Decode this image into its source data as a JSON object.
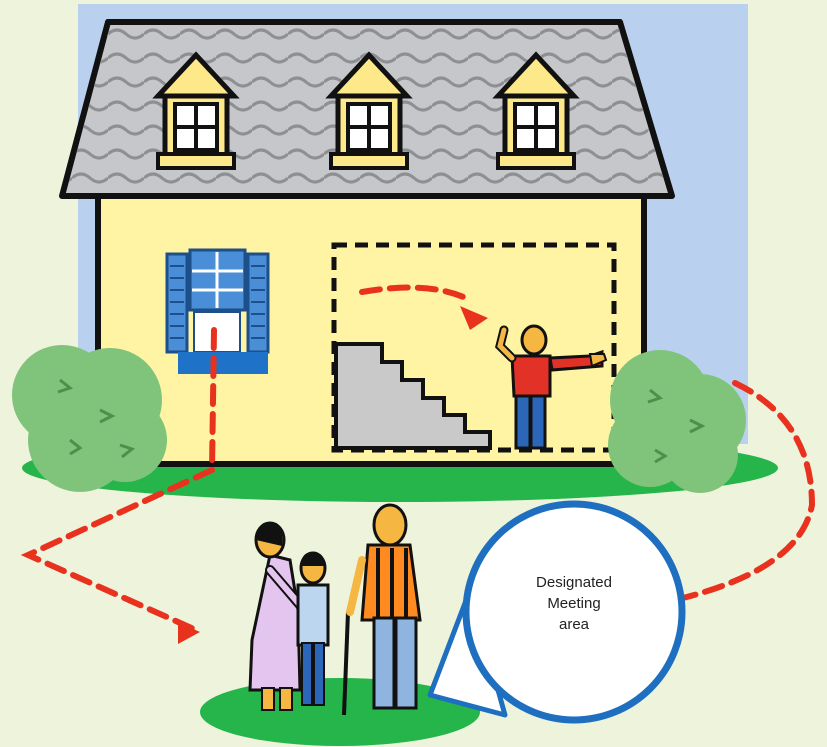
{
  "callout": {
    "lines": [
      "Designated",
      "Meeting",
      "area"
    ]
  },
  "colors": {
    "background": "#eef3dc",
    "sky": "#b9d0ee",
    "roof": "#c5c7ca",
    "house_wall": "#fff4a3",
    "window_frame": "#fde98a",
    "shutter_blue": "#4b8ed8",
    "sill_blue": "#1e73c8",
    "lawn": "#25b54a",
    "bush": "#7fc47a",
    "stairs": "#c9c9c9",
    "escape_path": "#e8321e",
    "callout_border": "#1e6fc0"
  },
  "icons": [
    "house",
    "window-escape-route",
    "stair-escape-route",
    "person-pointing",
    "family-group",
    "bush"
  ]
}
